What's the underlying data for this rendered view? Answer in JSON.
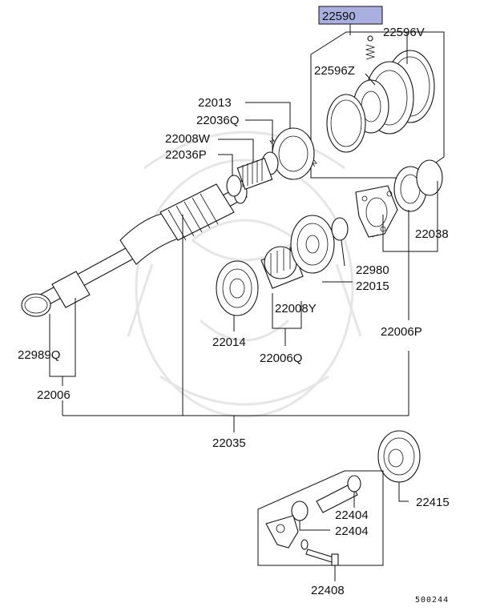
{
  "diagram": {
    "highlight_part": "22590",
    "labels": {
      "p22590": "22590",
      "p22596V": "22596V",
      "p22596Z": "22596Z",
      "p22013": "22013",
      "p22036Q": "22036Q",
      "p22008W": "22008W",
      "p22036P": "22036P",
      "p22038": "22038",
      "p22980": "22980",
      "p22015": "22015",
      "p22008Y": "22008Y",
      "p22014": "22014",
      "p22006Q": "22006Q",
      "p22006P": "22006P",
      "p22989Q": "22989Q",
      "p22006": "22006",
      "p22035": "22035",
      "p22415": "22415",
      "p22404a": "22404",
      "p22404b": "22404",
      "p22408": "22408"
    },
    "figure_code": "500244"
  }
}
